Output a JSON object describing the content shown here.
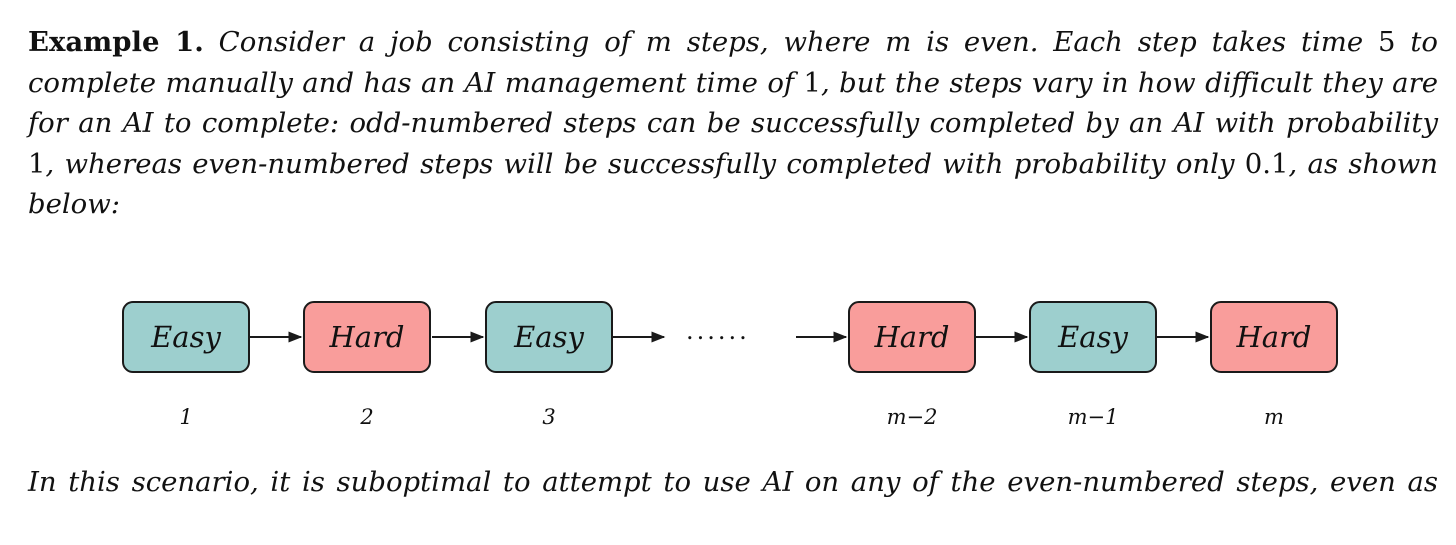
{
  "example": {
    "label": "Example 1.",
    "s1": "Consider a job consisting of ",
    "m1": "m",
    "s2": " steps, where ",
    "m2": "m",
    "s3": " is even. Each step takes time ",
    "n1": "5",
    "s4": " to complete manually and has an AI management time of ",
    "n2": "1",
    "s5": ", but the steps vary in how difficult they are for an AI to complete: odd-numbered steps can be successfully completed by an AI with probability ",
    "n3": "1",
    "s6": ", whereas even-numbered steps will be successfully completed with probability only ",
    "n4": "0.1",
    "s7": ", as shown below:"
  },
  "diagram": {
    "steps": [
      {
        "label": "Easy",
        "kind": "easy",
        "index": "1"
      },
      {
        "label": "Hard",
        "kind": "hard",
        "index": "2"
      },
      {
        "label": "Easy",
        "kind": "easy",
        "index": "3"
      },
      {
        "label": "Hard",
        "kind": "hard",
        "index": "m−2"
      },
      {
        "label": "Easy",
        "kind": "easy",
        "index": "m−1"
      },
      {
        "label": "Hard",
        "kind": "hard",
        "index": "m"
      }
    ],
    "ellipsis": "......",
    "colors": {
      "easy": "#9dcfce",
      "hard": "#f99d9b",
      "stroke": "#1a1a1a"
    }
  },
  "continuation": "In this scenario, it is suboptimal to attempt to use AI on any of the even-numbered steps, even as"
}
